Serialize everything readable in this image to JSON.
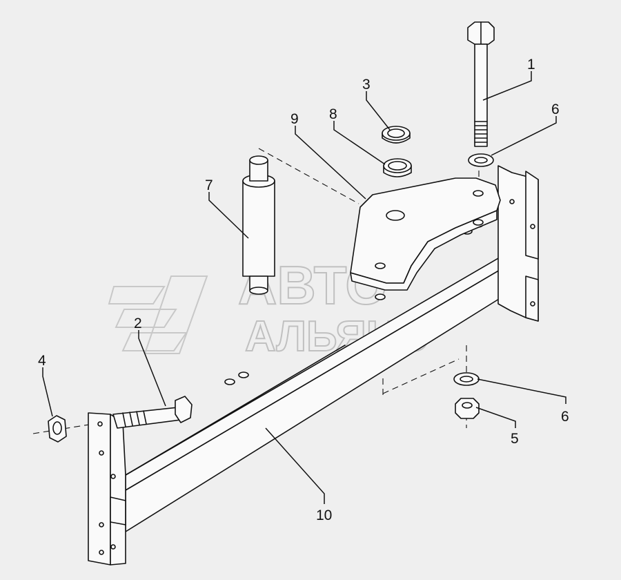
{
  "callouts": {
    "c1": "1",
    "c2": "2",
    "c3": "3",
    "c4": "4",
    "c5": "5",
    "c6a": "6",
    "c6b": "6",
    "c7": "7",
    "c8": "8",
    "c9": "9",
    "c10": "10"
  },
  "watermark": {
    "line1": "АВТО",
    "line2": "АЛЬЯНС"
  }
}
